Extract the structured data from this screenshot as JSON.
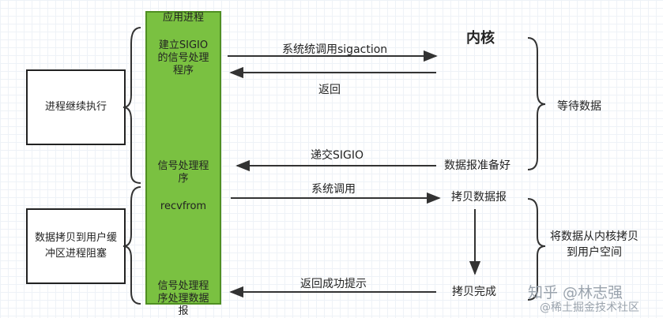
{
  "app_bar": {
    "title": "应用进程",
    "setup_handler": "建立SIGIO的信号处理程序",
    "signal_handler": "信号处理程序",
    "recvfrom": "recvfrom",
    "handler_process_data": "信号处理程序处理数据报"
  },
  "kernel": {
    "title": "内核",
    "data_ready": "数据报准备好",
    "copy_datagram": "拷贝数据报",
    "copy_complete": "拷贝完成"
  },
  "messages": {
    "syscall_sigaction": "系统统调用sigaction",
    "return": "返回",
    "deliver_sigio": "递交SIGIO",
    "syscall": "系统调用",
    "return_success": "返回成功提示"
  },
  "phases": {
    "wait_data": "等待数据",
    "copy_to_user": "将数据从内核拷贝到用户空间"
  },
  "process_states": {
    "continue_exec": "进程继续执行",
    "blocked": "数据拷贝到用户缓冲区进程阻塞"
  },
  "watermark": {
    "brand": "知乎 @林志强",
    "source": "@稀土掘金技术社区"
  },
  "colors": {
    "app_bar_fill": "#7ac141",
    "line": "#333333"
  }
}
